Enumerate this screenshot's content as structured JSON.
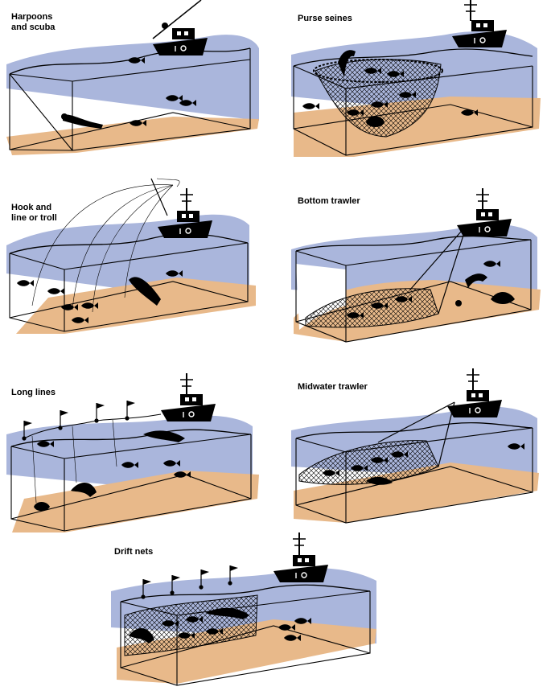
{
  "panels": [
    {
      "id": "harpoons",
      "label": "Harpoons\nand scuba"
    },
    {
      "id": "purse",
      "label": "Purse seines"
    },
    {
      "id": "hook",
      "label": "Hook and\nline or troll"
    },
    {
      "id": "bottom",
      "label": "Bottom trawler"
    },
    {
      "id": "long",
      "label": "Long lines"
    },
    {
      "id": "midwater",
      "label": "Midwater trawler"
    },
    {
      "id": "drift",
      "label": "Drift nets"
    }
  ],
  "colors": {
    "water": "#aab6dc",
    "sand": "#e8b98a",
    "ink": "#000000",
    "foam": "#ffffff"
  }
}
